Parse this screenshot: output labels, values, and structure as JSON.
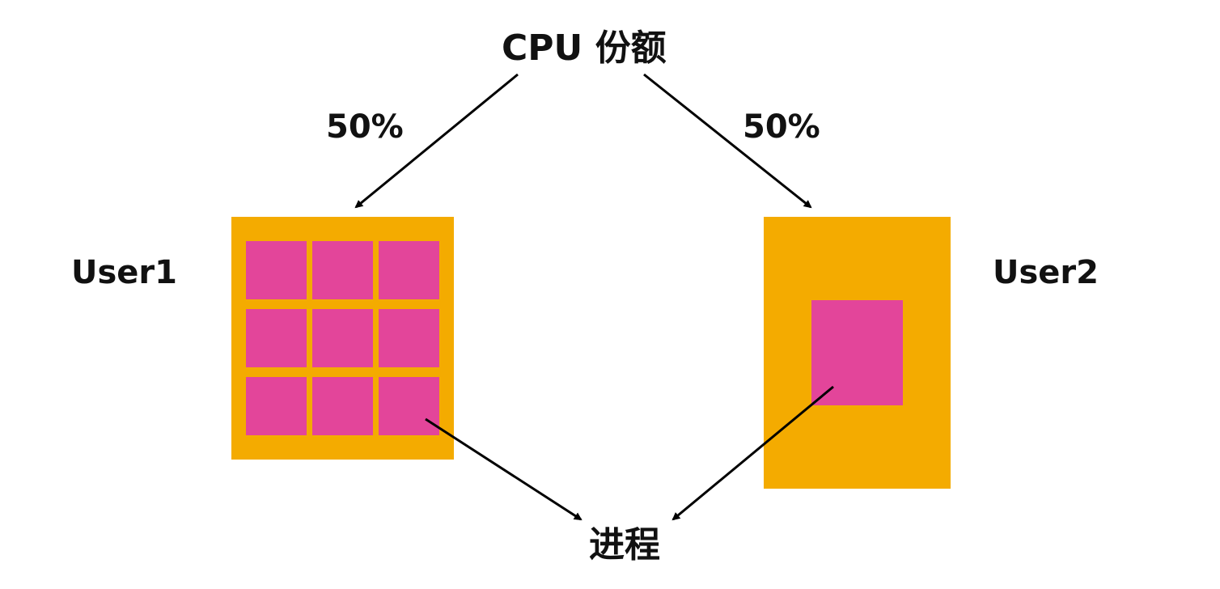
{
  "title": "CPU 份额",
  "shares": {
    "left": "50%",
    "right": "50%"
  },
  "users": [
    {
      "label": "User1",
      "process_count": 9
    },
    {
      "label": "User2",
      "process_count": 1
    }
  ],
  "process_label": "进程",
  "colors": {
    "user_box": "#F4AB00",
    "process": "#E3459A",
    "arrow": "#000000"
  }
}
